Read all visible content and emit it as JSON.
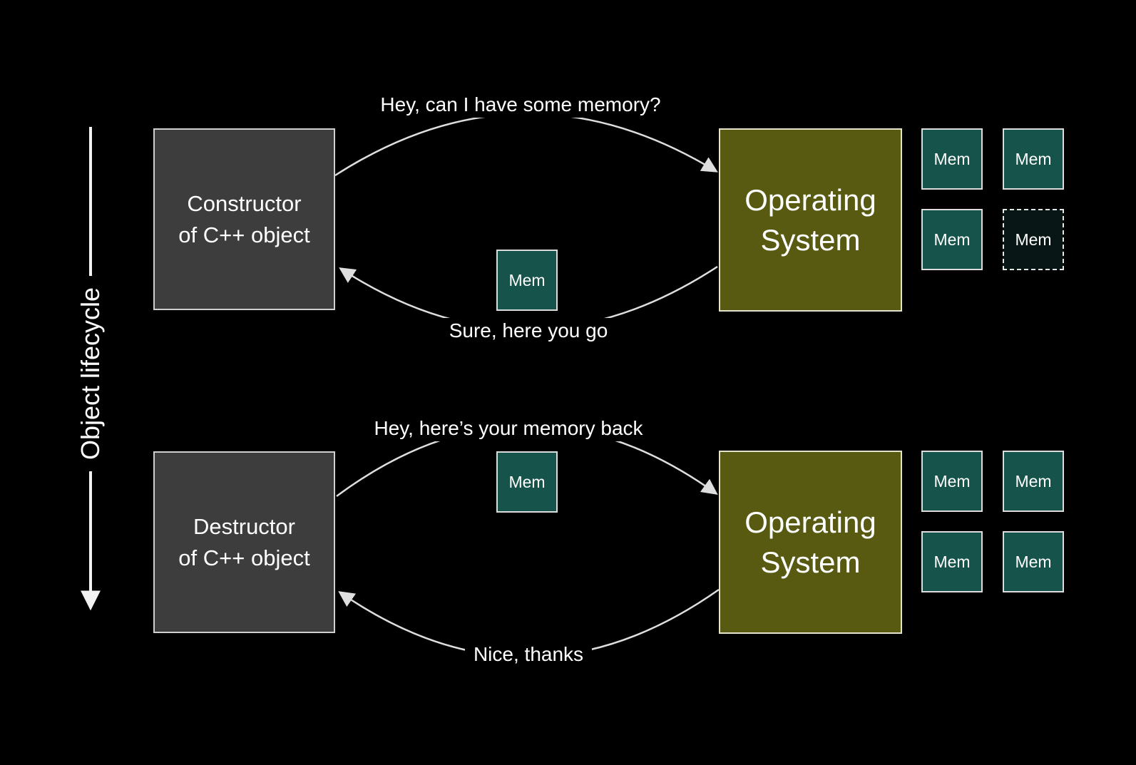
{
  "title": "Object lifecycle memory diagram",
  "colors": {
    "background": "#000000",
    "actor_box_fill": "#3d3d3d",
    "actor_box_border": "#cfcfcf",
    "os_box_fill": "#575a10",
    "os_box_border": "#e3e3cd",
    "mem_box_fill": "#16534b",
    "mem_box_border": "#dcdcdc",
    "mem_box_freed_fill": "#081715",
    "arrow": "#dedede",
    "text": "#ffffff"
  },
  "lifecycle_axis": {
    "label": "Object lifecycle",
    "direction": "top-to-bottom"
  },
  "mem_label": "Mem",
  "construction": {
    "actor": {
      "line1": "Constructor",
      "line2": "of C++ object"
    },
    "os": {
      "line1": "Operating",
      "line2": "System"
    },
    "request": "Hey, can I have some memory?",
    "response": "Sure, here you go",
    "os_heap_cells": [
      "allocated",
      "allocated",
      "allocated",
      "handed-out-dashed"
    ],
    "in_transit_mem": 1
  },
  "destruction": {
    "actor": {
      "line1": "Destructor",
      "line2": "of C++ object"
    },
    "os": {
      "line1": "Operating",
      "line2": "System"
    },
    "request": "Hey, here’s your memory back",
    "response": "Nice, thanks",
    "os_heap_cells": [
      "allocated",
      "allocated",
      "allocated",
      "allocated"
    ],
    "in_transit_mem": 1
  }
}
